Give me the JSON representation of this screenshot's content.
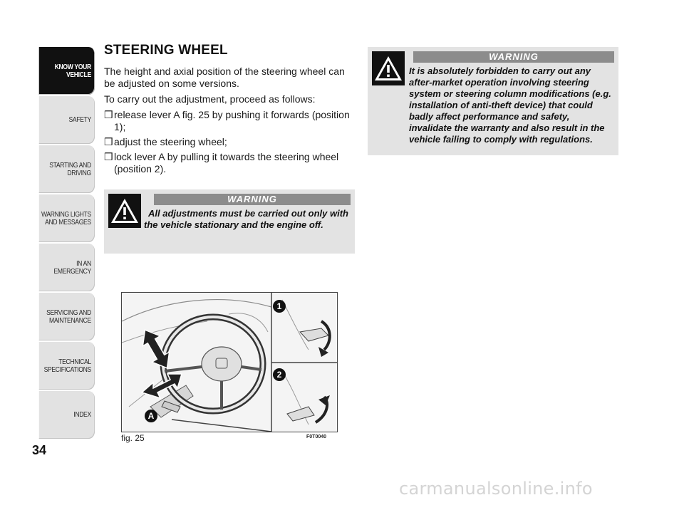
{
  "tabs": [
    {
      "label": "KNOW YOUR\nVEHICLE",
      "active": true
    },
    {
      "label": "SAFETY",
      "active": false
    },
    {
      "label": "STARTING AND\nDRIVING",
      "active": false
    },
    {
      "label": "WARNING LIGHTS\nAND MESSAGES",
      "active": false
    },
    {
      "label": "IN AN EMERGENCY",
      "active": false
    },
    {
      "label": "SERVICING AND\nMAINTENANCE",
      "active": false
    },
    {
      "label": "TECHNICAL\nSPECIFICATIONS",
      "active": false
    },
    {
      "label": "INDEX",
      "active": false
    }
  ],
  "page_number": "34",
  "section": {
    "title": "STEERING WHEEL",
    "intro": "The height and axial position of the steering wheel can be adjusted on some versions.",
    "procedure_intro": "To carry out the adjustment, proceed as follows:",
    "bullet_symbol": "❒",
    "steps": [
      "release lever A fig. 25 by pushing it forwards (position 1);",
      "adjust the steering wheel;",
      "lock lever A by pulling it towards the steering wheel (position 2)."
    ]
  },
  "warning_left": {
    "heading": "WARNING",
    "text": "All adjustments must be carried out only with the vehicle stationary and the engine off."
  },
  "warning_right": {
    "heading": "WARNING",
    "text": "It is absolutely forbidden to carry out any after-market operation involving steering system or steering column modifications (e.g. installation of anti-theft device) that could badly affect performance and safety, invalidate the warranty and also result in the vehicle failing to comply with regulations."
  },
  "figure": {
    "caption": "fig. 25",
    "code": "F0T0040",
    "labels": {
      "lever": "A",
      "position_1": "1",
      "position_2": "2"
    }
  },
  "watermark": "carmanualsonline.info",
  "colors": {
    "tab_bg": "#e2e2e2",
    "tab_active": "#111111",
    "warning_bg": "#e3e3e3",
    "warning_head": "#8c8c8c"
  }
}
